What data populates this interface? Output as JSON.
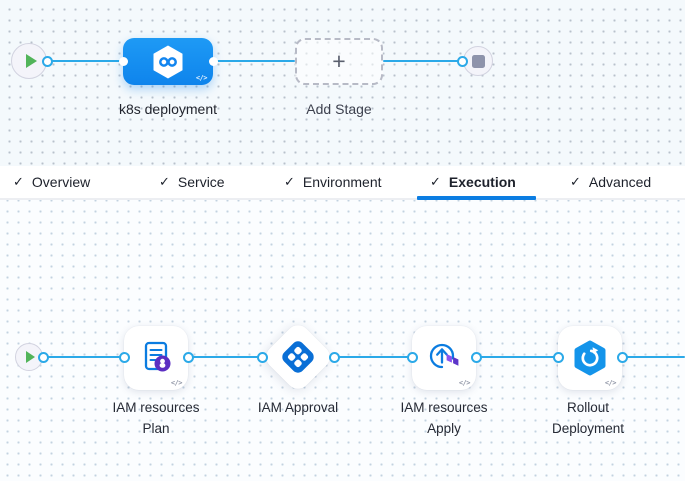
{
  "top_pipeline": {
    "stage": {
      "label": "k8s deployment",
      "icon": "k8s-service-hexagon",
      "code_badge": "</>"
    },
    "add_stage": {
      "label": "Add Stage",
      "plus_glyph": "+"
    },
    "start_node": "play",
    "end_node": "stop"
  },
  "tabs": {
    "check_glyph": "✓",
    "active_tab": "Execution",
    "items": [
      {
        "label": "Overview"
      },
      {
        "label": "Service"
      },
      {
        "label": "Environment"
      },
      {
        "label": "Execution"
      },
      {
        "label": "Advanced"
      }
    ]
  },
  "execution": {
    "steps": [
      {
        "line1": "IAM resources",
        "line2": "Plan",
        "icon": "terraform-plan",
        "code_badge": "</>"
      },
      {
        "line1": "IAM Approval",
        "line2": "",
        "icon": "approval-diamond"
      },
      {
        "line1": "IAM resources",
        "line2": "Apply",
        "icon": "terraform-apply",
        "code_badge": "</>"
      },
      {
        "line1": "Rollout",
        "line2": "Deployment",
        "icon": "rollout-deployment",
        "code_badge": "</>"
      }
    ]
  },
  "colors": {
    "connector_line": "#2BA9E8",
    "stage_blue": "#1690F4",
    "tab_underline": "#0B7DE2",
    "play_green": "#52B45A",
    "stop_gray": "#8E93AB",
    "approval_blue": "#0A6FD6",
    "terraform_purple": "#5C2FC2"
  }
}
